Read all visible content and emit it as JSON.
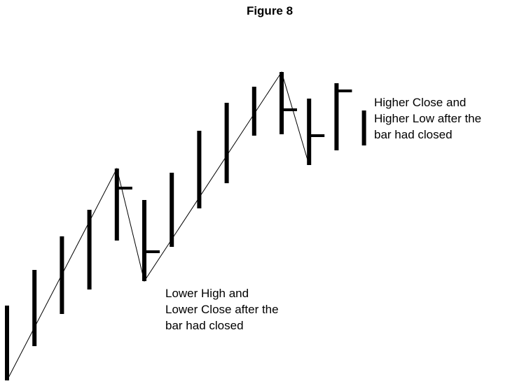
{
  "chart_data": {
    "type": "ohlc",
    "title": "Figure 8",
    "xlabel": "",
    "ylabel": "",
    "grid": false,
    "bars": [
      {
        "high": 115,
        "low": 8,
        "close": null
      },
      {
        "high": 166,
        "low": 57,
        "close": null
      },
      {
        "high": 214,
        "low": 103,
        "close": null
      },
      {
        "high": 252,
        "low": 138,
        "close": null
      },
      {
        "high": 311,
        "low": 208,
        "close": 283
      },
      {
        "high": 266,
        "low": 150,
        "close": 192
      },
      {
        "high": 305,
        "low": 199,
        "close": null
      },
      {
        "high": 365,
        "low": 254,
        "close": null
      },
      {
        "high": 405,
        "low": 290,
        "close": null
      },
      {
        "high": 428,
        "low": 358,
        "close": null
      },
      {
        "high": 449,
        "low": 360,
        "close": 395
      },
      {
        "high": 411,
        "low": 316,
        "close": 358
      },
      {
        "high": 433,
        "low": 337,
        "close": 422
      },
      {
        "high": 394,
        "low": 344,
        "close": null
      }
    ],
    "trendline": [
      {
        "bar": 0,
        "price": 8
      },
      {
        "bar": 4,
        "price": 311
      },
      {
        "bar": 5,
        "price": 150
      },
      {
        "bar": 10,
        "price": 449
      },
      {
        "bar": 11,
        "price": 316
      }
    ],
    "ylim": [
      0,
      552
    ],
    "annotations": [
      {
        "lines": [
          "Higher Close and",
          "Higher Low after the",
          "bar had closed"
        ]
      },
      {
        "lines": [
          "Lower High and",
          "Lower Close after the",
          "bar had closed"
        ]
      }
    ]
  }
}
